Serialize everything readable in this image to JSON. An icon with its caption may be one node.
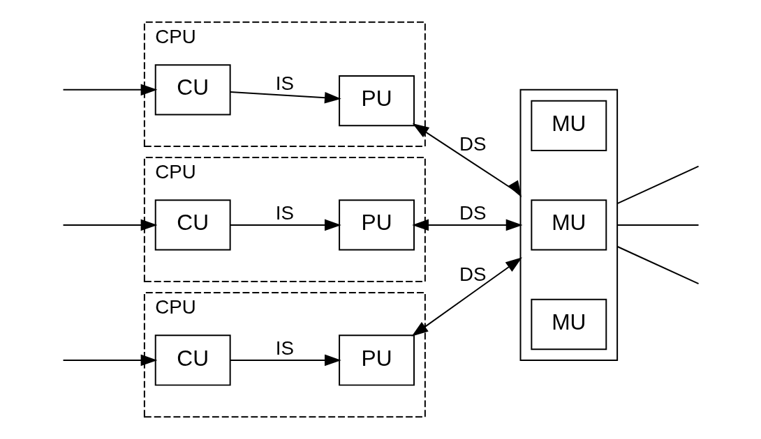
{
  "diagram": {
    "nodes": [
      {
        "text": [
          "CPU"
        ]
      },
      {
        "text": [
          "CU"
        ],
        "in": 0
      },
      {
        "text": [
          "PU"
        ],
        "in": 0
      },
      {
        "text": [
          "CPU"
        ]
      },
      {
        "text": [
          "CU"
        ],
        "in": 3
      },
      {
        "text": [
          "PU"
        ],
        "in": 3
      },
      {
        "text": [
          "CPU"
        ]
      },
      {
        "text": [
          "CU"
        ],
        "in": 6
      },
      {
        "text": [
          "PU"
        ],
        "in": 6
      },
      {
        "text": [],
        "shape": "box"
      },
      {
        "text": [
          "MU"
        ],
        "in": 9
      },
      {
        "text": [
          "MU"
        ],
        "in": 9
      },
      {
        "text": [
          "MU"
        ],
        "in": 9
      }
    ],
    "edges": [
      {
        "from": null,
        "to": 1,
        "arrow": "to"
      },
      {
        "from": 1,
        "to": 2,
        "label": "IS",
        "arrow": "to"
      },
      {
        "from": 2,
        "to": 9,
        "label": "DS",
        "arrow": "both"
      },
      {
        "from": null,
        "to": 4,
        "arrow": "to"
      },
      {
        "from": 4,
        "to": 5,
        "label": "IS",
        "arrow": "to"
      },
      {
        "from": 5,
        "to": 9,
        "label": "DS",
        "arrow": "both"
      },
      {
        "from": null,
        "to": 7,
        "arrow": "to"
      },
      {
        "from": 7,
        "to": 8,
        "label": "IS",
        "arrow": "to"
      },
      {
        "from": 8,
        "to": 9,
        "label": "DS",
        "arrow": "both"
      },
      {
        "from": 9,
        "to": null,
        "arrow": "none"
      },
      {
        "from": 9,
        "to": null,
        "arrow": "none"
      },
      {
        "from": 9,
        "to": null,
        "arrow": "none"
      }
    ]
  }
}
